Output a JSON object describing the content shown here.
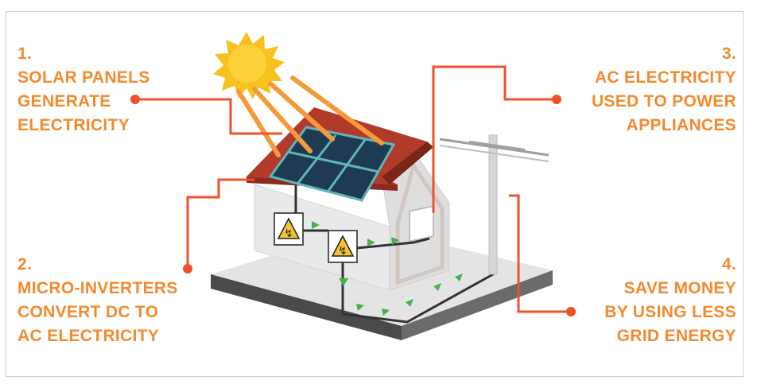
{
  "steps": [
    {
      "number": "1.",
      "lines": [
        "SOLAR PANELS",
        "GENERATE",
        "ELECTRICITY"
      ]
    },
    {
      "number": "2.",
      "lines": [
        "MICRO-INVERTERS",
        "CONVERT DC TO",
        "AC ELECTRICITY"
      ]
    },
    {
      "number": "3.",
      "lines": [
        "AC ELECTRICITY",
        "USED TO POWER",
        "APPLIANCES"
      ]
    },
    {
      "number": "4.",
      "lines": [
        "SAVE MONEY",
        "BY USING LESS",
        "GRID ENERGY"
      ]
    }
  ],
  "colors": {
    "label_text": "#f28a2e",
    "callout_line": "#f0502a",
    "sun": "#f7c21e",
    "sun_ray": "#f59a3b",
    "roof": "#c0392b",
    "panel": "#1f3b53",
    "panel_frame": "#5fb6b8",
    "wall": "#e5e5e5",
    "wire": "#333333",
    "flow_arrow": "#4caf50"
  },
  "icons": [
    "sun-icon",
    "solar-panel-icon",
    "house-icon",
    "micro-inverter-icon",
    "utility-pole-icon",
    "flow-arrow-icon"
  ]
}
